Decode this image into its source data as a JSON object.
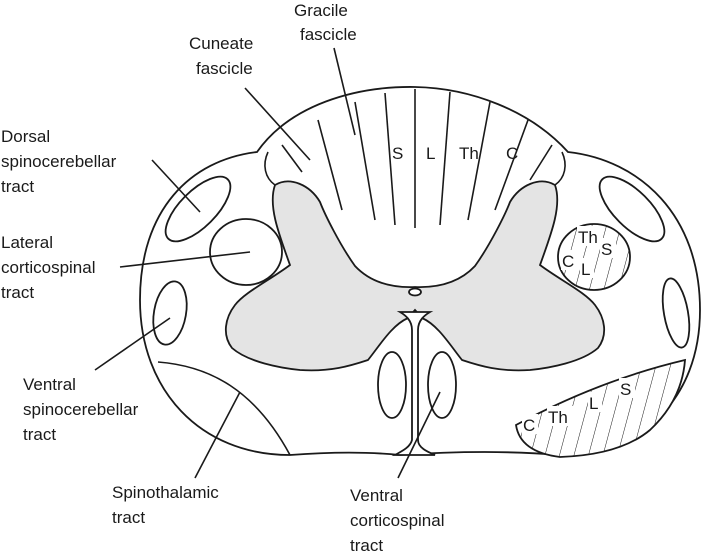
{
  "labels": {
    "gracile": [
      "Gracile",
      "fascicle"
    ],
    "cuneate": [
      "Cuneate",
      "fascicle"
    ],
    "dorsal_spinocerebellar": [
      "Dorsal",
      "spinocerebellar",
      "tract"
    ],
    "lateral_corticospinal": [
      "Lateral",
      "corticospinal",
      "tract"
    ],
    "ventral_spinocerebellar": [
      "Ventral",
      "spinocerebellar",
      "tract"
    ],
    "spinothalamic": [
      "Spinothalamic",
      "tract"
    ],
    "ventral_corticospinal": [
      "Ventral",
      "corticospinal",
      "tract"
    ]
  },
  "dorsal_column_segments": [
    "S",
    "L",
    "Th",
    "C"
  ],
  "lateral_corticospinal_segments": [
    "Th",
    "C",
    "L",
    "S"
  ],
  "spinothalamic_segments": [
    "C",
    "Th",
    "L",
    "S"
  ]
}
